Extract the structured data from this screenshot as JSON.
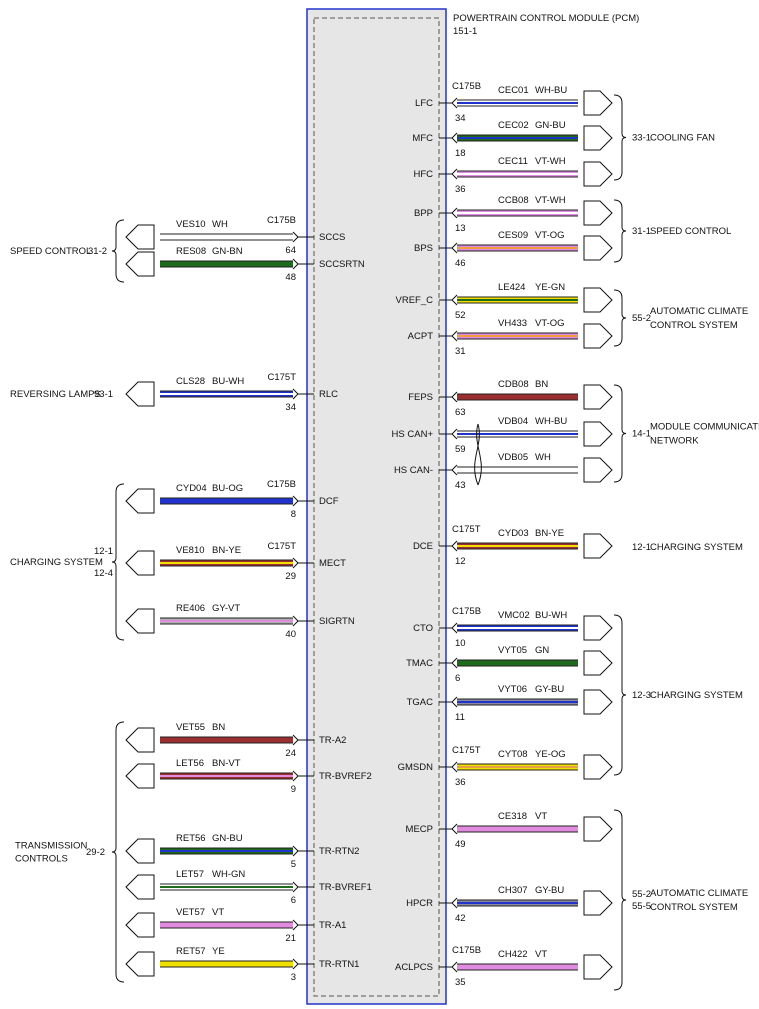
{
  "module": {
    "title": "POWERTRAIN CONTROL MODULE (PCM)",
    "ref": "151-1"
  },
  "colors": {
    "module_border": "#2233cc",
    "module_fill": "#e6e6e6",
    "WH-BU": [
      "#ffffff",
      "#2233cc"
    ],
    "GN-BU": [
      "#1e6b1e",
      "#2233cc"
    ],
    "VT-WH": [
      "#e08ae0",
      "#ffffff"
    ],
    "VT-OG": [
      "#e08ae0",
      "#e8a040"
    ],
    "YE-GN": [
      "#f0e000",
      "#1e6b1e"
    ],
    "BN": [
      "#9b2f2f",
      "#9b2f2f"
    ],
    "WH": [
      "#ffffff",
      "#ffffff"
    ],
    "BN-YE": [
      "#9b2f2f",
      "#f0e000"
    ],
    "BU-WH": [
      "#2233cc",
      "#ffffff"
    ],
    "GN": [
      "#1e6b1e",
      "#1e6b1e"
    ],
    "GY-BU": [
      "#8a8aa0",
      "#2233cc"
    ],
    "YE-OG": [
      "#f0e000",
      "#e8a040"
    ],
    "VT": [
      "#e08ae0",
      "#e08ae0"
    ],
    "GN-BN": [
      "#1e6b1e",
      "#1e6b1e"
    ],
    "BU-OG": [
      "#2233cc",
      "#2233cc"
    ],
    "GY-VT": [
      "#b0b0b0",
      "#e08ae0"
    ],
    "BN-VT": [
      "#9b2f2f",
      "#e08ae0"
    ],
    "WH-GN": [
      "#ffffff",
      "#1e6b1e"
    ],
    "YE": [
      "#f0e000",
      "#f0e000"
    ]
  },
  "right_circuits": [
    {
      "pin": "LFC",
      "num": "34",
      "conn": "C175B",
      "circuit": "CEC01",
      "wire": "WH-BU"
    },
    {
      "pin": "MFC",
      "num": "18",
      "conn": "",
      "circuit": "CEC02",
      "wire": "GN-BU"
    },
    {
      "pin": "HFC",
      "num": "36",
      "conn": "",
      "circuit": "CEC11",
      "wire": "VT-WH"
    },
    {
      "pin": "BPP",
      "num": "13",
      "conn": "",
      "circuit": "CCB08",
      "wire": "VT-WH"
    },
    {
      "pin": "BPS",
      "num": "46",
      "conn": "",
      "circuit": "CES09",
      "wire": "VT-OG"
    },
    {
      "pin": "VREF_C",
      "num": "52",
      "conn": "",
      "circuit": "LE424",
      "wire": "YE-GN"
    },
    {
      "pin": "ACPT",
      "num": "31",
      "conn": "",
      "circuit": "VH433",
      "wire": "VT-OG"
    },
    {
      "pin": "FEPS",
      "num": "63",
      "conn": "",
      "circuit": "CDB08",
      "wire": "BN"
    },
    {
      "pin": "HS CAN+",
      "num": "59",
      "conn": "",
      "circuit": "VDB04",
      "wire": "WH-BU"
    },
    {
      "pin": "HS CAN-",
      "num": "43",
      "conn": "",
      "circuit": "VDB05",
      "wire": "WH"
    },
    {
      "pin": "DCE",
      "num": "12",
      "conn": "C175T",
      "circuit": "CYD03",
      "wire": "BN-YE"
    },
    {
      "pin": "CTO",
      "num": "10",
      "conn": "C175B",
      "circuit": "VMC02",
      "wire": "BU-WH"
    },
    {
      "pin": "TMAC",
      "num": "6",
      "conn": "",
      "circuit": "VYT05",
      "wire": "GN"
    },
    {
      "pin": "TGAC",
      "num": "11",
      "conn": "",
      "circuit": "VYT06",
      "wire": "GY-BU"
    },
    {
      "pin": "GMSDN",
      "num": "36",
      "conn": "C175T",
      "circuit": "CYT08",
      "wire": "YE-OG"
    },
    {
      "pin": "MECP",
      "num": "49",
      "conn": "",
      "circuit": "CE318",
      "wire": "VT"
    },
    {
      "pin": "HPCR",
      "num": "42",
      "conn": "",
      "circuit": "CH307",
      "wire": "GY-BU"
    },
    {
      "pin": "ACLPCS",
      "num": "35",
      "conn": "C175B",
      "circuit": "CH422",
      "wire": "VT"
    }
  ],
  "left_circuits": [
    {
      "pin": "SCCS",
      "num": "64",
      "conn": "C175B",
      "circuit": "VES10",
      "wire": "WH"
    },
    {
      "pin": "SCCSRTN",
      "num": "48",
      "conn": "",
      "circuit": "RES08",
      "wire": "GN-BN"
    },
    {
      "pin": "RLC",
      "num": "34",
      "conn": "C175T",
      "circuit": "CLS28",
      "wire": "BU-WH"
    },
    {
      "pin": "DCF",
      "num": "8",
      "conn": "C175B",
      "circuit": "CYD04",
      "wire": "BU-OG"
    },
    {
      "pin": "MECT",
      "num": "29",
      "conn": "C175T",
      "circuit": "VE810",
      "wire": "BN-YE"
    },
    {
      "pin": "SIGRTN",
      "num": "40",
      "conn": "",
      "circuit": "RE406",
      "wire": "GY-VT"
    },
    {
      "pin": "TR-A2",
      "num": "24",
      "conn": "",
      "circuit": "VET55",
      "wire": "BN"
    },
    {
      "pin": "TR-BVREF2",
      "num": "9",
      "conn": "",
      "circuit": "LET56",
      "wire": "BN-VT"
    },
    {
      "pin": "TR-RTN2",
      "num": "5",
      "conn": "",
      "circuit": "RET56",
      "wire": "GN-BU"
    },
    {
      "pin": "TR-BVREF1",
      "num": "6",
      "conn": "",
      "circuit": "LET57",
      "wire": "WH-GN"
    },
    {
      "pin": "TR-A1",
      "num": "21",
      "conn": "",
      "circuit": "VET57",
      "wire": "VT"
    },
    {
      "pin": "TR-RTN1",
      "num": "3",
      "conn": "",
      "circuit": "RET57",
      "wire": "YE"
    }
  ],
  "right_systems": [
    {
      "ref": "33-1",
      "lines": [
        "COOLING FAN"
      ]
    },
    {
      "ref": "31-1",
      "lines": [
        "SPEED CONTROL"
      ]
    },
    {
      "ref": "55-2",
      "lines": [
        "AUTOMATIC CLIMATE",
        "CONTROL SYSTEM"
      ]
    },
    {
      "ref": "14-1",
      "lines": [
        "MODULE COMMUNICATIONS",
        "NETWORK"
      ]
    },
    {
      "ref": "12-1",
      "lines": [
        "CHARGING SYSTEM"
      ]
    },
    {
      "ref": "12-3",
      "lines": [
        "CHARGING SYSTEM"
      ]
    },
    {
      "ref": "55-2\n55-5",
      "lines": [
        "AUTOMATIC CLIMATE",
        "CONTROL SYSTEM"
      ]
    }
  ],
  "left_systems": [
    {
      "ref": "31-2",
      "lines": [
        "SPEED CONTROL"
      ]
    },
    {
      "ref": "93-1",
      "lines": [
        "REVERSING LAMPS"
      ]
    },
    {
      "ref": "12-1\n12-4",
      "lines": [
        "CHARGING SYSTEM"
      ]
    },
    {
      "ref": "29-2",
      "lines": [
        "TRANSMISSION",
        "CONTROLS"
      ]
    }
  ]
}
